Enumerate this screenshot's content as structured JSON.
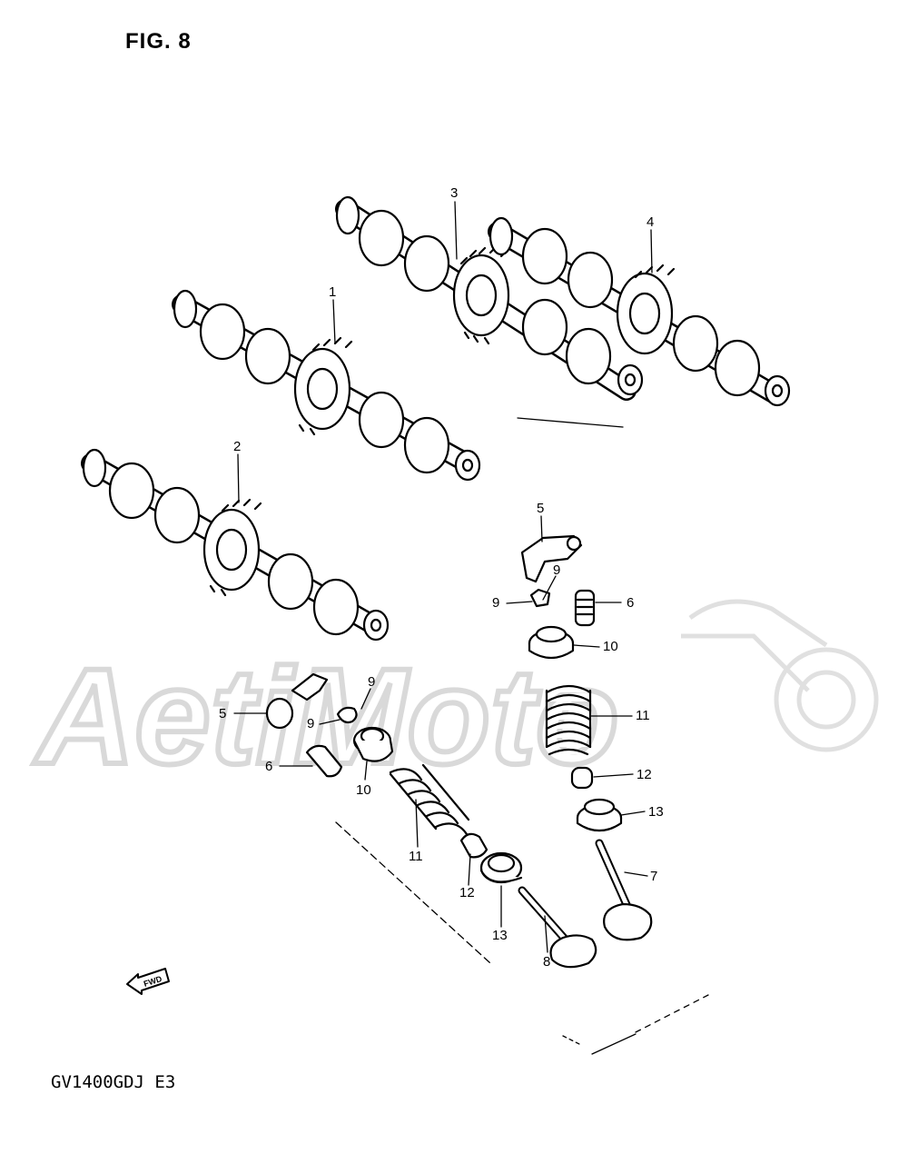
{
  "figure": {
    "title": "FIG. 8",
    "model_code": "GV1400GDJ  E3"
  },
  "watermark": {
    "text": "AetiMoto"
  },
  "fwd_arrow": {
    "label": "FWD"
  },
  "callouts": {
    "c1": "1",
    "c2": "2",
    "c3": "3",
    "c4": "4",
    "c5a": "5",
    "c5b": "5",
    "c6a": "6",
    "c6b": "6",
    "c7": "7",
    "c8": "8",
    "c9a": "9",
    "c9b": "9",
    "c9c": "9",
    "c9d": "9",
    "c10a": "10",
    "c10b": "10",
    "c11a": "11",
    "c11b": "11",
    "c12a": "12",
    "c12b": "12",
    "c13a": "13",
    "c13b": "13"
  }
}
